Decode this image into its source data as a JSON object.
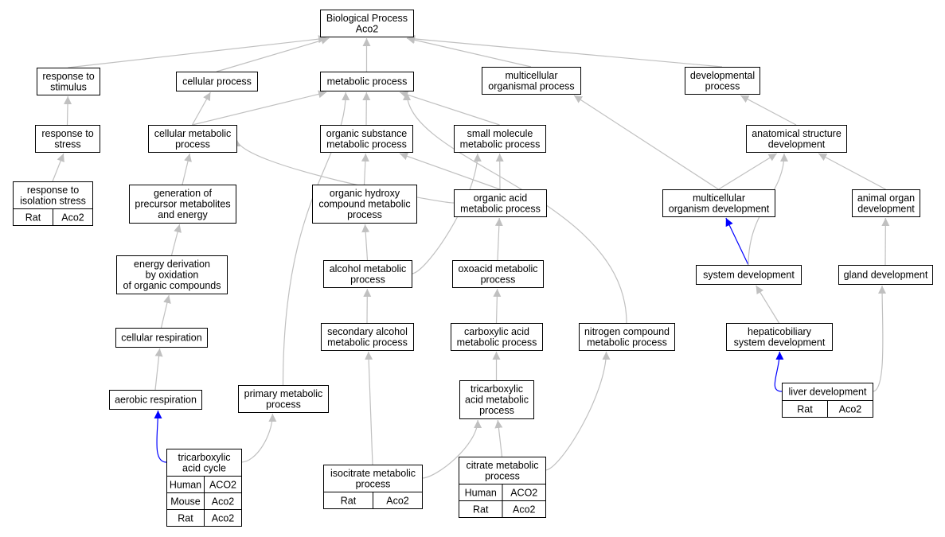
{
  "colors": {
    "edge_default": "#c0c0c0",
    "edge_highlight": "#0000ff",
    "Human": "#ff6347",
    "Mouse": "#add8e6",
    "Rat": "#ffd700"
  },
  "nodes": [
    {
      "id": "bp",
      "lines": [
        "Biological Process",
        "Aco2"
      ]
    },
    {
      "id": "rts",
      "lines": [
        "response to",
        "stimulus"
      ]
    },
    {
      "id": "cp",
      "lines": [
        "cellular process"
      ]
    },
    {
      "id": "mp",
      "lines": [
        "metabolic process"
      ]
    },
    {
      "id": "mop",
      "lines": [
        "multicellular",
        "organismal process"
      ]
    },
    {
      "id": "dp",
      "lines": [
        "developmental",
        "process"
      ]
    },
    {
      "id": "rtstr",
      "lines": [
        "response to",
        "stress"
      ]
    },
    {
      "id": "cmp",
      "lines": [
        "cellular metabolic",
        "process"
      ]
    },
    {
      "id": "osmp",
      "lines": [
        "organic substance",
        "metabolic process"
      ]
    },
    {
      "id": "smmp",
      "lines": [
        "small molecule",
        "metabolic process"
      ]
    },
    {
      "id": "asd",
      "lines": [
        "anatomical structure",
        "development"
      ]
    },
    {
      "id": "rtis",
      "lines": [
        "response to",
        "isolation stress"
      ],
      "genes": [
        [
          "Rat",
          "Aco2"
        ]
      ]
    },
    {
      "id": "gpme",
      "lines": [
        "generation of",
        "precursor metabolites",
        "and energy"
      ]
    },
    {
      "id": "ohcmp",
      "lines": [
        "organic hydroxy",
        "compound metabolic",
        "process"
      ]
    },
    {
      "id": "oamp",
      "lines": [
        "organic acid",
        "metabolic process"
      ]
    },
    {
      "id": "mod",
      "lines": [
        "multicellular",
        "organism development"
      ]
    },
    {
      "id": "aod",
      "lines": [
        "animal organ",
        "development"
      ]
    },
    {
      "id": "edooc",
      "lines": [
        "energy derivation",
        "by oxidation",
        "of organic compounds"
      ]
    },
    {
      "id": "almp",
      "lines": [
        "alcohol metabolic",
        "process"
      ]
    },
    {
      "id": "oxmp",
      "lines": [
        "oxoacid metabolic",
        "process"
      ]
    },
    {
      "id": "sd",
      "lines": [
        "system development"
      ]
    },
    {
      "id": "gd",
      "lines": [
        "gland development"
      ]
    },
    {
      "id": "cr",
      "lines": [
        "cellular respiration"
      ]
    },
    {
      "id": "samp",
      "lines": [
        "secondary alcohol",
        "metabolic process"
      ]
    },
    {
      "id": "camp",
      "lines": [
        "carboxylic acid",
        "metabolic process"
      ]
    },
    {
      "id": "ncmp",
      "lines": [
        "nitrogen compound",
        "metabolic process"
      ]
    },
    {
      "id": "hsd",
      "lines": [
        "hepaticobiliary",
        "system development"
      ]
    },
    {
      "id": "ar",
      "lines": [
        "aerobic respiration"
      ]
    },
    {
      "id": "pmp",
      "lines": [
        "primary metabolic",
        "process"
      ]
    },
    {
      "id": "tcamp",
      "lines": [
        "tricarboxylic",
        "acid metabolic",
        "process"
      ]
    },
    {
      "id": "ld",
      "lines": [
        "liver development"
      ],
      "genes": [
        [
          "Rat",
          "Aco2"
        ]
      ]
    },
    {
      "id": "tca",
      "lines": [
        "tricarboxylic",
        "acid cycle"
      ],
      "genes": [
        [
          "Human",
          "ACO2"
        ],
        [
          "Mouse",
          "Aco2"
        ],
        [
          "Rat",
          "Aco2"
        ]
      ]
    },
    {
      "id": "icmp",
      "lines": [
        "isocitrate metabolic",
        "process"
      ],
      "genes": [
        [
          "Rat",
          "Aco2"
        ]
      ]
    },
    {
      "id": "cimp",
      "lines": [
        "citrate metabolic",
        "process"
      ],
      "genes": [
        [
          "Human",
          "ACO2"
        ],
        [
          "Rat",
          "Aco2"
        ]
      ]
    }
  ],
  "edges": [
    {
      "from": "rts",
      "to": "bp"
    },
    {
      "from": "cp",
      "to": "bp"
    },
    {
      "from": "mp",
      "to": "bp"
    },
    {
      "from": "mop",
      "to": "bp"
    },
    {
      "from": "dp",
      "to": "bp"
    },
    {
      "from": "rtstr",
      "to": "rts"
    },
    {
      "from": "rtis",
      "to": "rtstr"
    },
    {
      "from": "cmp",
      "to": "cp"
    },
    {
      "from": "cmp",
      "to": "mp"
    },
    {
      "from": "osmp",
      "to": "mp"
    },
    {
      "from": "smmp",
      "to": "mp"
    },
    {
      "from": "pmp",
      "to": "mp"
    },
    {
      "from": "ncmp",
      "to": "mp"
    },
    {
      "from": "gpme",
      "to": "cmp"
    },
    {
      "from": "edooc",
      "to": "gpme"
    },
    {
      "from": "cr",
      "to": "edooc"
    },
    {
      "from": "ar",
      "to": "cr"
    },
    {
      "from": "tca",
      "to": "ar",
      "highlight": true
    },
    {
      "from": "tca",
      "to": "pmp"
    },
    {
      "from": "ohcmp",
      "to": "osmp"
    },
    {
      "from": "oamp",
      "to": "osmp"
    },
    {
      "from": "oamp",
      "to": "smmp"
    },
    {
      "from": "oamp",
      "to": "cmp"
    },
    {
      "from": "almp",
      "to": "ohcmp"
    },
    {
      "from": "almp",
      "to": "smmp"
    },
    {
      "from": "samp",
      "to": "almp"
    },
    {
      "from": "icmp",
      "to": "samp"
    },
    {
      "from": "oxmp",
      "to": "oamp"
    },
    {
      "from": "camp",
      "to": "oxmp"
    },
    {
      "from": "tcamp",
      "to": "camp"
    },
    {
      "from": "cimp",
      "to": "tcamp"
    },
    {
      "from": "icmp",
      "to": "tcamp"
    },
    {
      "from": "cimp",
      "to": "ncmp"
    },
    {
      "from": "asd",
      "to": "dp"
    },
    {
      "from": "mod",
      "to": "mop"
    },
    {
      "from": "mod",
      "to": "asd"
    },
    {
      "from": "aod",
      "to": "asd"
    },
    {
      "from": "sd",
      "to": "mod",
      "highlight": true
    },
    {
      "from": "sd",
      "to": "asd"
    },
    {
      "from": "hsd",
      "to": "sd"
    },
    {
      "from": "ld",
      "to": "hsd",
      "highlight": true
    },
    {
      "from": "gd",
      "to": "aod"
    },
    {
      "from": "ld",
      "to": "gd"
    }
  ]
}
